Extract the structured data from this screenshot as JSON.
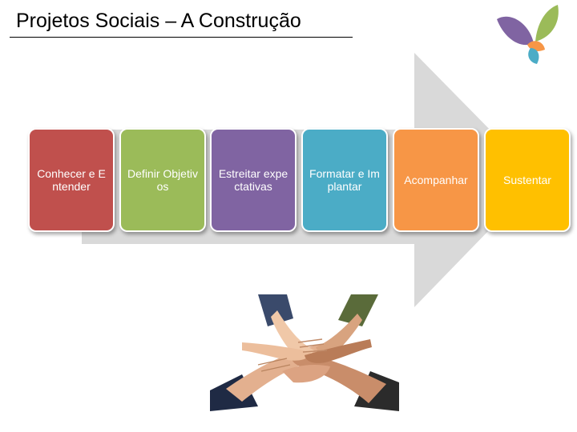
{
  "slide": {
    "title": "Projetos Sociais – A Construção"
  },
  "steps": [
    {
      "label": "Conhecer e Entender",
      "color": "#c0504d"
    },
    {
      "label": "Definir Objetivos",
      "color": "#9bbb59"
    },
    {
      "label": "Estreitar expectativas",
      "color": "#8064a2"
    },
    {
      "label": "Formatar e Implantar",
      "color": "#4bacc6"
    },
    {
      "label": "Acompanhar",
      "color": "#f79646"
    },
    {
      "label": "Sustentar",
      "color": "#ffc000"
    }
  ],
  "icons": {
    "logo": "butterfly-logo-icon",
    "photo": "stacked-hands-photo"
  },
  "colors": {
    "arrow": "#d9d9d9",
    "butterfly": [
      "#8064a2",
      "#9bbb59",
      "#4bacc6",
      "#f79646"
    ]
  }
}
